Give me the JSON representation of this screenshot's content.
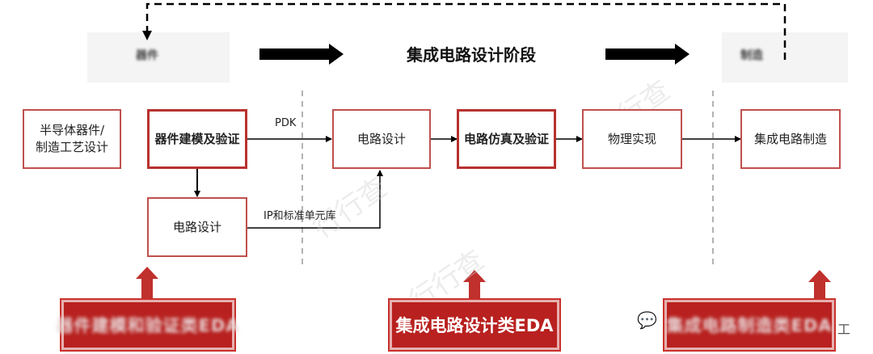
{
  "stage_title": "集成电路设计阶段",
  "blurred_left_label": "器件",
  "blurred_right_label": "制造",
  "boxes": {
    "semi_design": "半导体器件/\n制造工艺设计",
    "device_modeling": "器件建模及验证",
    "circuit_design_left": "电路设计",
    "circuit_design": "电路设计",
    "circuit_sim": "电路仿真及验证",
    "physical_impl": "物理实现",
    "ic_manufacturing": "集成电路制造"
  },
  "labels": {
    "pdk": "PDK",
    "ip_lib": "IP和标准单元库"
  },
  "bottom": {
    "left": "器件建模和验证类EDA",
    "center": "集成电路设计类EDA",
    "right": "集成电路制造类EDA"
  },
  "watermark": {
    "text": "行行查",
    "tail": "工"
  },
  "colors": {
    "accent": "#c0504d",
    "banner": "#b8211f",
    "arrow": "#000000"
  }
}
